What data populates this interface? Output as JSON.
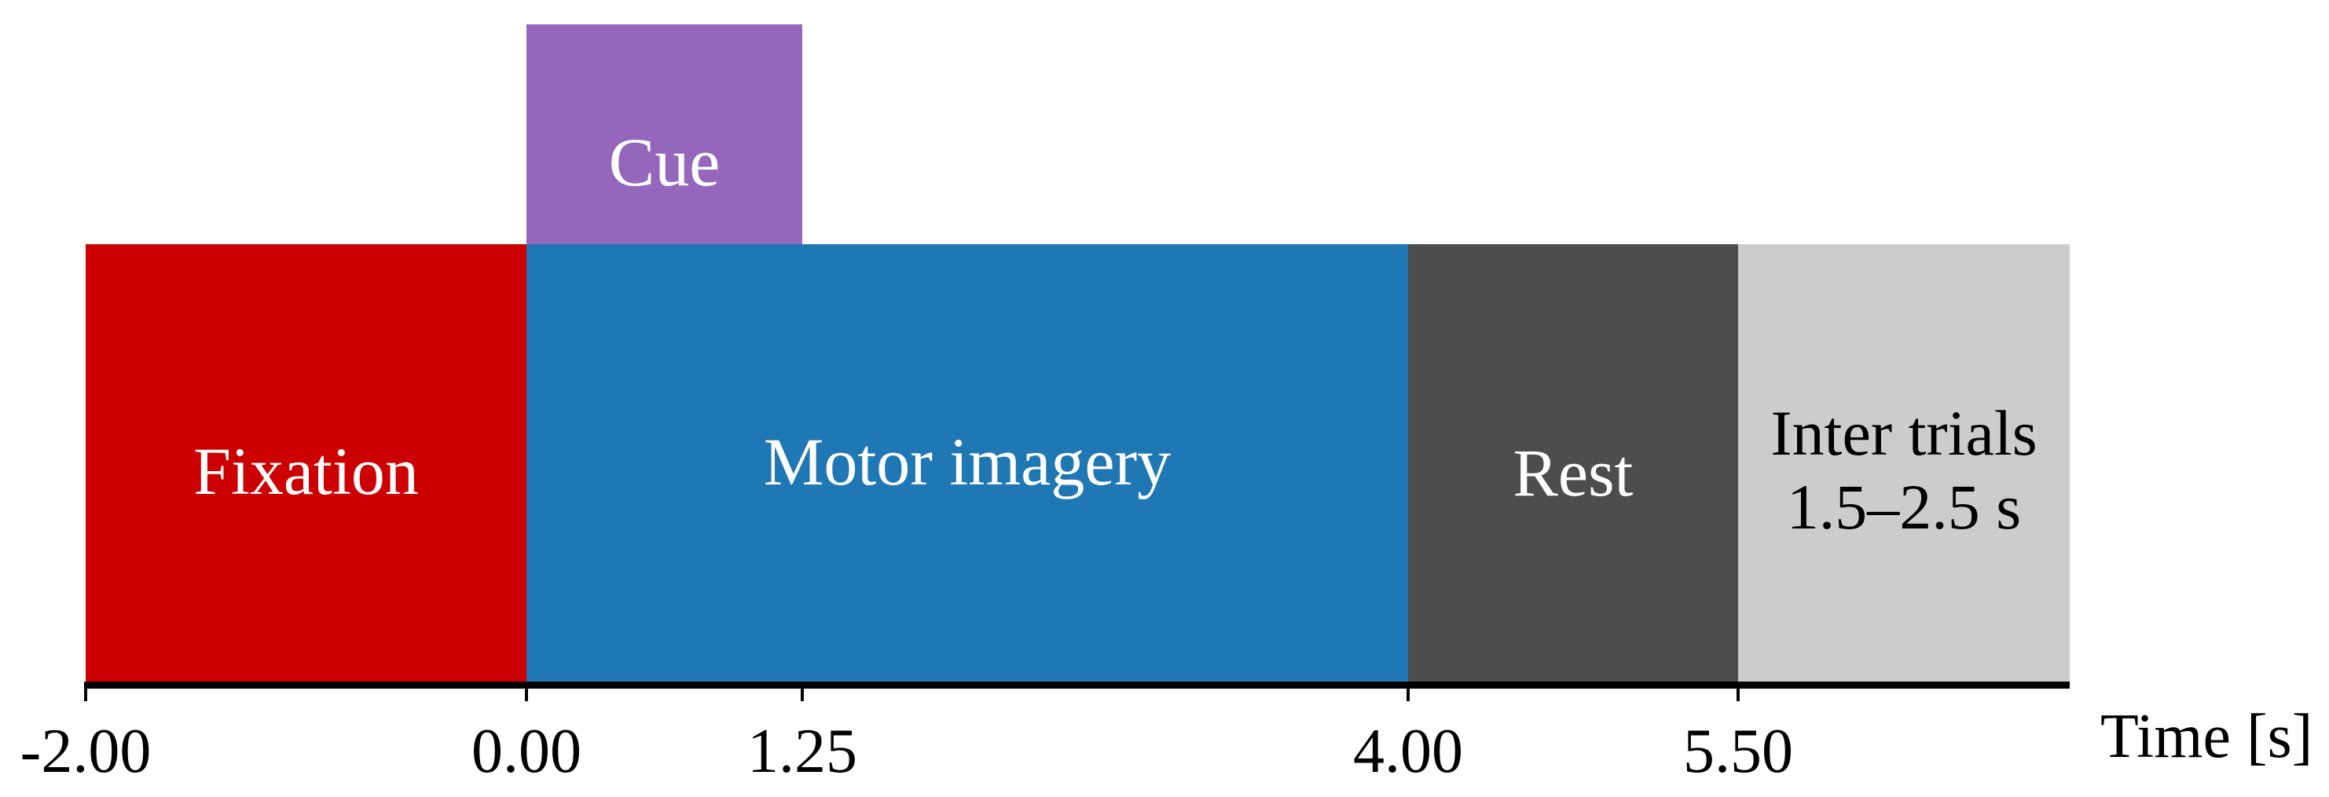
{
  "diagram": {
    "type": "trial-timeline",
    "axis": {
      "label": "Time [s]",
      "ticks": [
        {
          "value": -2.0,
          "label": "-2.00"
        },
        {
          "value": 0.0,
          "label": "0.00"
        },
        {
          "value": 1.25,
          "label": "1.25"
        },
        {
          "value": 4.0,
          "label": "4.00"
        },
        {
          "value": 5.5,
          "label": "5.50"
        }
      ]
    },
    "segments": [
      {
        "id": "fixation",
        "label": "Fixation",
        "start": -2.0,
        "end": 0.0,
        "color": "#CC0000",
        "text_color": "#FFFFFF"
      },
      {
        "id": "motor-imagery",
        "label": "Motor imagery",
        "start": 0.0,
        "end": 4.0,
        "color": "#1F77B4",
        "text_color": "#FFFFFF"
      },
      {
        "id": "rest",
        "label": "Rest",
        "start": 4.0,
        "end": 5.5,
        "color": "#4D4D4D",
        "text_color": "#FFFFFF"
      },
      {
        "id": "inter-trials",
        "label_line1": "Inter trials",
        "label_line2": "1.5–2.5 s",
        "start": 5.5,
        "end": 7.0,
        "color": "#CCCCCC",
        "text_color": "#000000"
      }
    ],
    "cue": {
      "label": "Cue",
      "start": 0.0,
      "end": 1.25,
      "color": "#9467BD",
      "text_color": "#FFFFFF"
    }
  }
}
